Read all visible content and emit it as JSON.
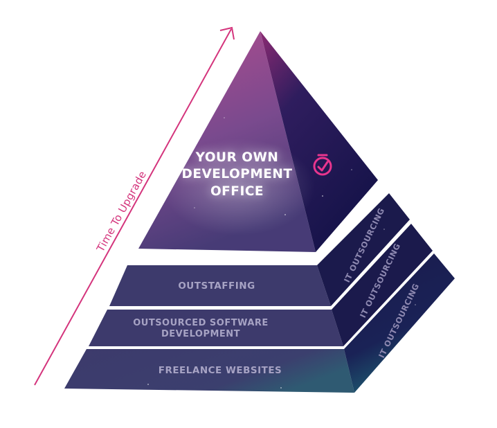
{
  "arrow": {
    "label": "Time To Upgrade",
    "color": "#d4347c"
  },
  "apex": {
    "lines": [
      "YOUR OWN",
      "DEVELOPMENT",
      "OFFICE"
    ],
    "badge_icon": "clock-check-icon",
    "badge_color": "#e8358e"
  },
  "tiers": [
    {
      "lines": [
        "OUTSTAFFING"
      ]
    },
    {
      "lines": [
        "OUTSOURCED SOFTWARE",
        "DEVELOPMENT"
      ]
    },
    {
      "lines": [
        "FREELANCE WEBSITES"
      ]
    }
  ],
  "side_labels": [
    "IT OUTSOURCING",
    "IT OUTSOURCING",
    "IT OUTSOURCING"
  ],
  "colors": {
    "apex_top": "#b14c8e",
    "apex_bottom": "#4a3a78",
    "apex_side": "#1a1550",
    "tier_front": "#3d3a6c",
    "tier_side": "#1b1a4c",
    "side_teal": "#1d5f72",
    "tier_text": "#a7a3c4"
  }
}
